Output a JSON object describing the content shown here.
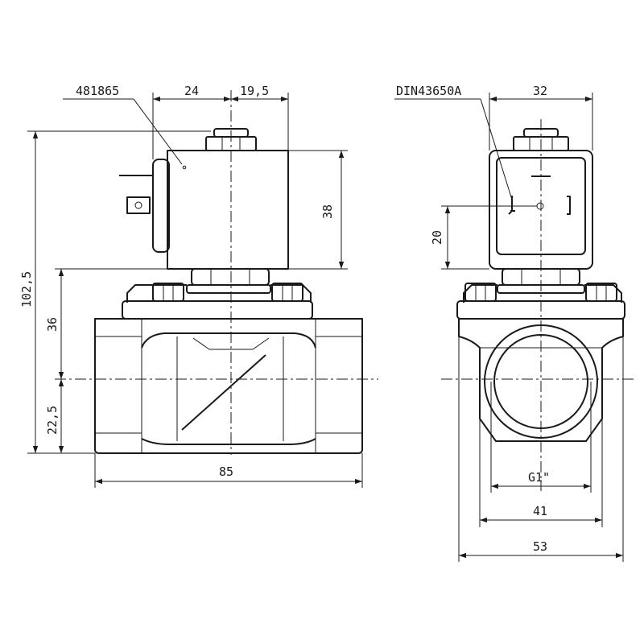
{
  "part_number": "481865",
  "connector_standard": "DIN43650A",
  "thread": "G1\"",
  "front_view": {
    "dim_coil_left": "24",
    "dim_coil_right": "19,5",
    "dim_coil_height": "38",
    "dim_total_height": "102,5",
    "dim_body_to_center": "36",
    "dim_center_to_bottom": "22,5",
    "dim_length": "85"
  },
  "side_view": {
    "dim_connector_width": "32",
    "dim_connector_center": "20",
    "dim_hex": "41",
    "dim_width": "53"
  }
}
